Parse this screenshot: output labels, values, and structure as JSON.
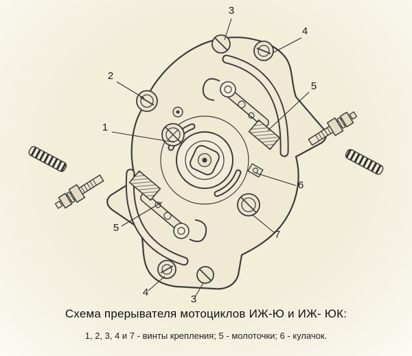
{
  "figure": {
    "labels": [
      {
        "id": "3-top",
        "text": "3"
      },
      {
        "id": "4-top-right",
        "text": "4"
      },
      {
        "id": "2-left",
        "text": "2"
      },
      {
        "id": "5-right",
        "text": "5"
      },
      {
        "id": "1-left",
        "text": "1"
      },
      {
        "id": "6-right",
        "text": "6"
      },
      {
        "id": "5-bottom-left",
        "text": "5"
      },
      {
        "id": "7-bottom-right",
        "text": "7"
      },
      {
        "id": "4-bottom-left",
        "text": "4"
      },
      {
        "id": "3-bottom",
        "text": "3"
      }
    ]
  },
  "caption": {
    "title": "Схема прерывателя мотоциклов ИЖ-Ю и ИЖ- ЮК:",
    "legend": "1, 2, 3, 4 и 7 - винты крепления; 5 - молоточки; 6 - кулачок."
  },
  "colors": {
    "paper": "#f3eeda",
    "line": "#3b3b3b"
  }
}
